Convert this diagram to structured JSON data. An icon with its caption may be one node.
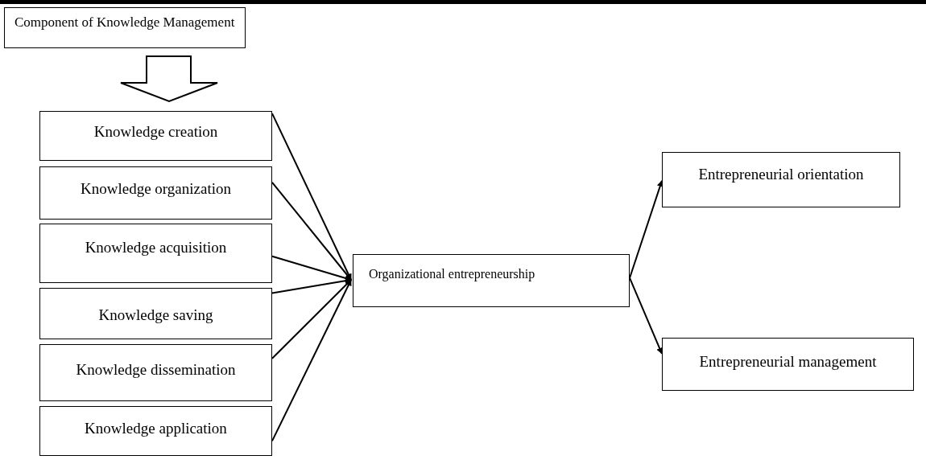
{
  "diagram": {
    "nodes": [
      {
        "text": [
          "Component of Knowledge Management"
        ]
      },
      {
        "text": [
          "Knowledge creation"
        ]
      },
      {
        "text": [
          "Knowledge organization"
        ]
      },
      {
        "text": [
          "Knowledge acquisition"
        ]
      },
      {
        "text": [
          "Knowledge saving"
        ]
      },
      {
        "text": [
          "Knowledge dissemination"
        ]
      },
      {
        "text": [
          "Knowledge application"
        ]
      },
      {
        "text": [
          "Organizational entrepreneurship"
        ]
      },
      {
        "text": [
          "Entrepreneurial orientation"
        ]
      },
      {
        "text": [
          "Entrepreneurial management"
        ]
      }
    ],
    "edges": [
      {
        "from": 0,
        "to": 1,
        "arrow": "to",
        "style": "thick"
      },
      {
        "from": 1,
        "to": 7,
        "arrow": "to"
      },
      {
        "from": 2,
        "to": 7,
        "arrow": "to"
      },
      {
        "from": 3,
        "to": 7,
        "arrow": "to"
      },
      {
        "from": 4,
        "to": 7,
        "arrow": "to"
      },
      {
        "from": 5,
        "to": 7,
        "arrow": "to"
      },
      {
        "from": 6,
        "to": 7,
        "arrow": "to"
      },
      {
        "from": 7,
        "to": 8,
        "arrow": "to"
      },
      {
        "from": 7,
        "to": 9,
        "arrow": "to"
      }
    ]
  }
}
